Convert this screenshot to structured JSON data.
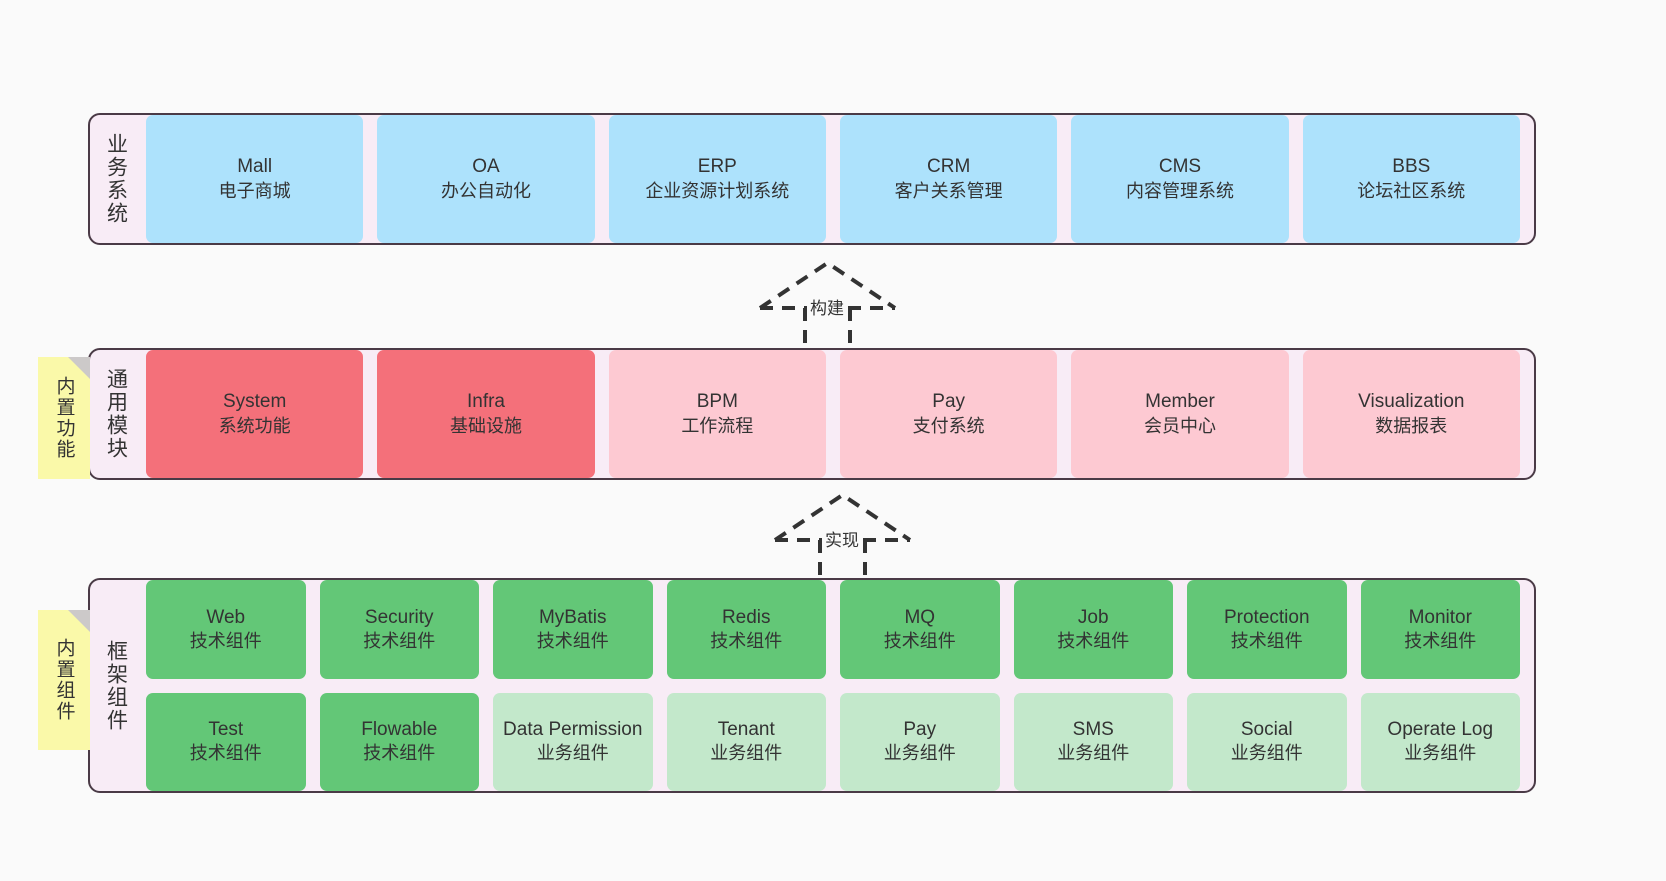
{
  "diagram": {
    "background": "#fafafa",
    "panel_bg": "#f8ecf6",
    "panel_border": "#4a3a46",
    "sticky_bg": "#faf9a9",
    "colors": {
      "business": "#ade2fc",
      "module_core": "#f4707a",
      "module_optional": "#fdc9d2",
      "tech_component": "#63c777",
      "biz_component": "#c3e8cb"
    }
  },
  "layers": {
    "business": {
      "title": "业务系统",
      "cards": [
        {
          "title": "Mall",
          "sub": "电子商城",
          "color": "c-blue"
        },
        {
          "title": "OA",
          "sub": "办公自动化",
          "color": "c-blue"
        },
        {
          "title": "ERP",
          "sub": "企业资源计划系统",
          "color": "c-blue"
        },
        {
          "title": "CRM",
          "sub": "客户关系管理",
          "color": "c-blue"
        },
        {
          "title": "CMS",
          "sub": "内容管理系统",
          "color": "c-blue"
        },
        {
          "title": "BBS",
          "sub": "论坛社区系统",
          "color": "c-blue"
        }
      ]
    },
    "module": {
      "title": "通用模块",
      "sticky": "内置功能",
      "cards": [
        {
          "title": "System",
          "sub": "系统功能",
          "color": "c-red"
        },
        {
          "title": "Infra",
          "sub": "基础设施",
          "color": "c-red"
        },
        {
          "title": "BPM",
          "sub": "工作流程",
          "color": "c-pink"
        },
        {
          "title": "Pay",
          "sub": "支付系统",
          "color": "c-pink"
        },
        {
          "title": "Member",
          "sub": "会员中心",
          "color": "c-pink"
        },
        {
          "title": "Visualization",
          "sub": "数据报表",
          "color": "c-pink"
        }
      ]
    },
    "framework": {
      "title": "框架组件",
      "sticky": "内置组件",
      "row1": [
        {
          "title": "Web",
          "sub": "技术组件",
          "color": "c-green"
        },
        {
          "title": "Security",
          "sub": "技术组件",
          "color": "c-green"
        },
        {
          "title": "MyBatis",
          "sub": "技术组件",
          "color": "c-green"
        },
        {
          "title": "Redis",
          "sub": "技术组件",
          "color": "c-green"
        },
        {
          "title": "MQ",
          "sub": "技术组件",
          "color": "c-green"
        },
        {
          "title": "Job",
          "sub": "技术组件",
          "color": "c-green"
        },
        {
          "title": "Protection",
          "sub": "技术组件",
          "color": "c-green"
        },
        {
          "title": "Monitor",
          "sub": "技术组件",
          "color": "c-green"
        }
      ],
      "row2": [
        {
          "title": "Test",
          "sub": "技术组件",
          "color": "c-green"
        },
        {
          "title": "Flowable",
          "sub": "技术组件",
          "color": "c-green"
        },
        {
          "title": "Data Permission",
          "sub": "业务组件",
          "color": "c-lightgreen"
        },
        {
          "title": "Tenant",
          "sub": "业务组件",
          "color": "c-lightgreen"
        },
        {
          "title": "Pay",
          "sub": "业务组件",
          "color": "c-lightgreen"
        },
        {
          "title": "SMS",
          "sub": "业务组件",
          "color": "c-lightgreen"
        },
        {
          "title": "Social",
          "sub": "业务组件",
          "color": "c-lightgreen"
        },
        {
          "title": "Operate Log",
          "sub": "业务组件",
          "color": "c-lightgreen"
        }
      ]
    }
  },
  "connectors": [
    {
      "label": "构建",
      "from": "module",
      "to": "business"
    },
    {
      "label": "实现",
      "from": "framework",
      "to": "module"
    }
  ]
}
